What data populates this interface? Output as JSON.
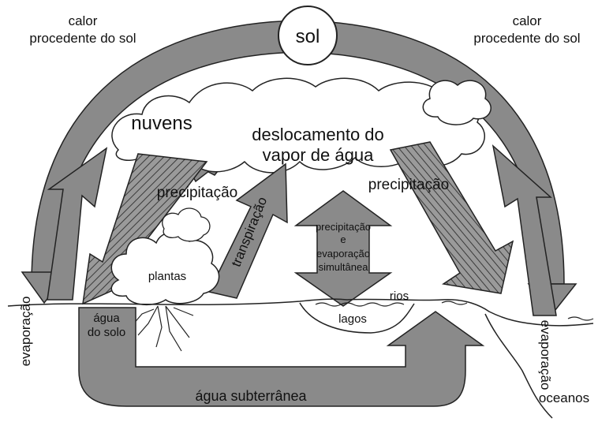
{
  "diagram": {
    "sun": "sol",
    "heat_left": [
      "calor",
      "procedente do sol"
    ],
    "heat_right": [
      "calor",
      "procedente do sol"
    ],
    "clouds": "nuvens",
    "vapor_transport": [
      "deslocamento do",
      "vapor de água"
    ],
    "precipitation_left": "precipitação",
    "precipitation_right": "precipitação",
    "transpiration": "transpiração",
    "simultaneous": [
      "precipitação",
      "e",
      "evaporação",
      "simultânea"
    ],
    "plants": "plantas",
    "soil_water": [
      "água",
      "do solo"
    ],
    "evaporation_left": "evaporação",
    "evaporation_right": "evaporação",
    "lakes": "lagos",
    "rivers": "rios",
    "groundwater": "água subterrânea",
    "oceans": "oceanos"
  },
  "colors": {
    "arrow_fill": "#8a8a8a",
    "arrow_dark": "#6e6e6e",
    "outline": "#222222",
    "background": "#ffffff"
  }
}
